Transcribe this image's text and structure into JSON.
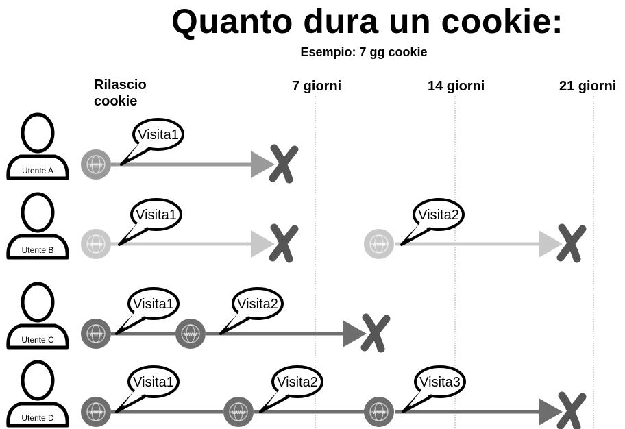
{
  "title": "Quanto dura un cookie:",
  "subtitle": "Esempio: 7 gg cookie",
  "columns": {
    "release_line1": "Rilascio",
    "release_line2": "cookie",
    "day7": "7 giorni",
    "day14": "14 giorni",
    "day21": "21 giorni"
  },
  "users": [
    {
      "label": "Utente A",
      "visits": [
        "Visita1"
      ]
    },
    {
      "label": "Utente B",
      "visits": [
        "Visita1",
        "Visita2"
      ]
    },
    {
      "label": "Utente C",
      "visits": [
        "Visita1",
        "Visita2"
      ]
    },
    {
      "label": "Utente D",
      "visits": [
        "Visita1",
        "Visita2",
        "Visita3"
      ]
    }
  ],
  "globe_text": "www",
  "icons": {
    "user": "user-silhouette-icon",
    "site": "www-globe-icon",
    "expire": "x-mark-icon"
  },
  "colors": {
    "arrow_light": "#c8c8c8",
    "arrow_mid": "#9a9a9a",
    "arrow_dark": "#6e6e6e",
    "xmark": "#555555"
  }
}
